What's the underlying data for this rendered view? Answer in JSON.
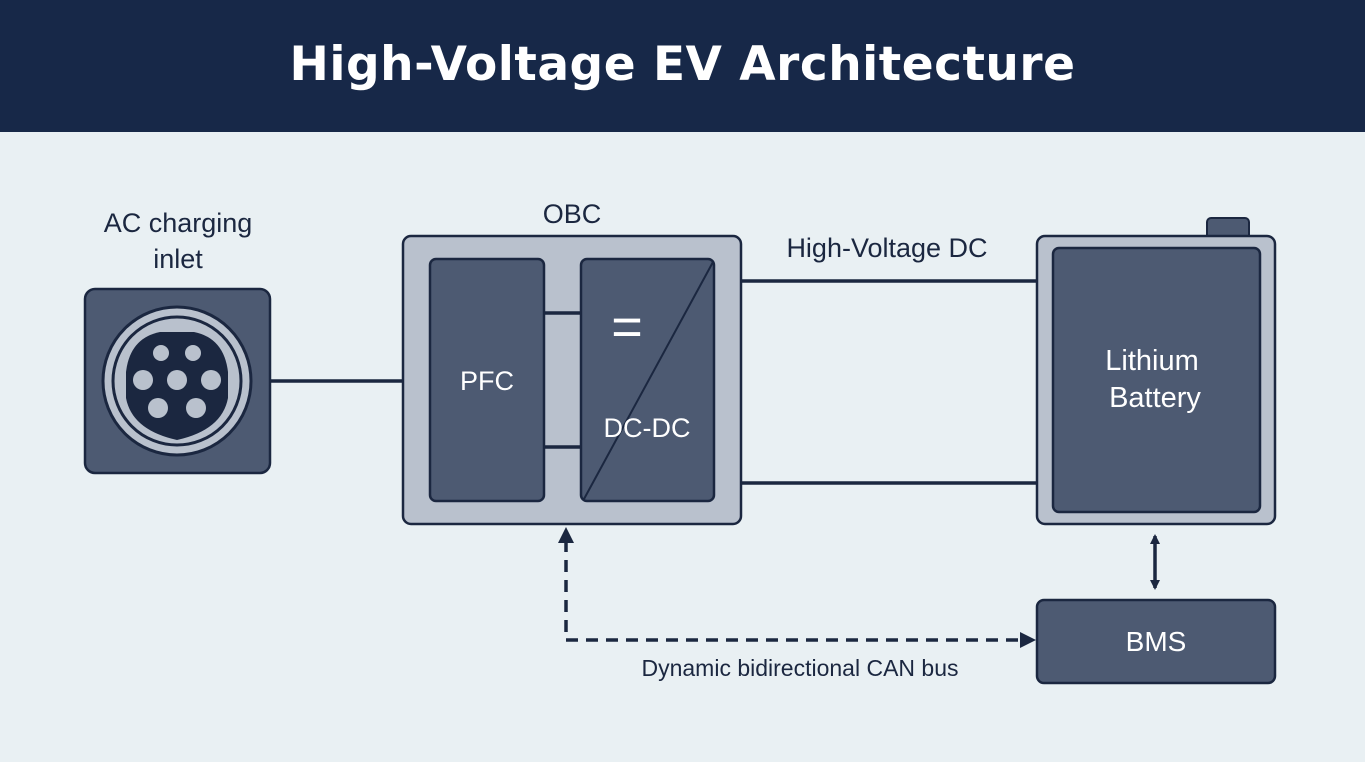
{
  "title": "High-Voltage EV Architecture",
  "inlet": {
    "label_line1": "AC charging",
    "label_line2": "inlet"
  },
  "obc": {
    "label": "OBC",
    "pfc_label": "PFC",
    "dcdc_symbol": "=",
    "dcdc_label": "DC-DC"
  },
  "hv_dc_label": "High-Voltage DC",
  "battery": {
    "label_line1": "Lithium",
    "label_line2": "Battery"
  },
  "bms_label": "BMS",
  "can_bus_label": "Dynamic bidirectional CAN bus",
  "colors": {
    "header_bg": "#172848",
    "page_bg": "#e9f0f3",
    "block_dark": "#4d5a72",
    "block_light": "#b9c1cd",
    "outline": "#1b2740",
    "line": "#1b2740"
  }
}
